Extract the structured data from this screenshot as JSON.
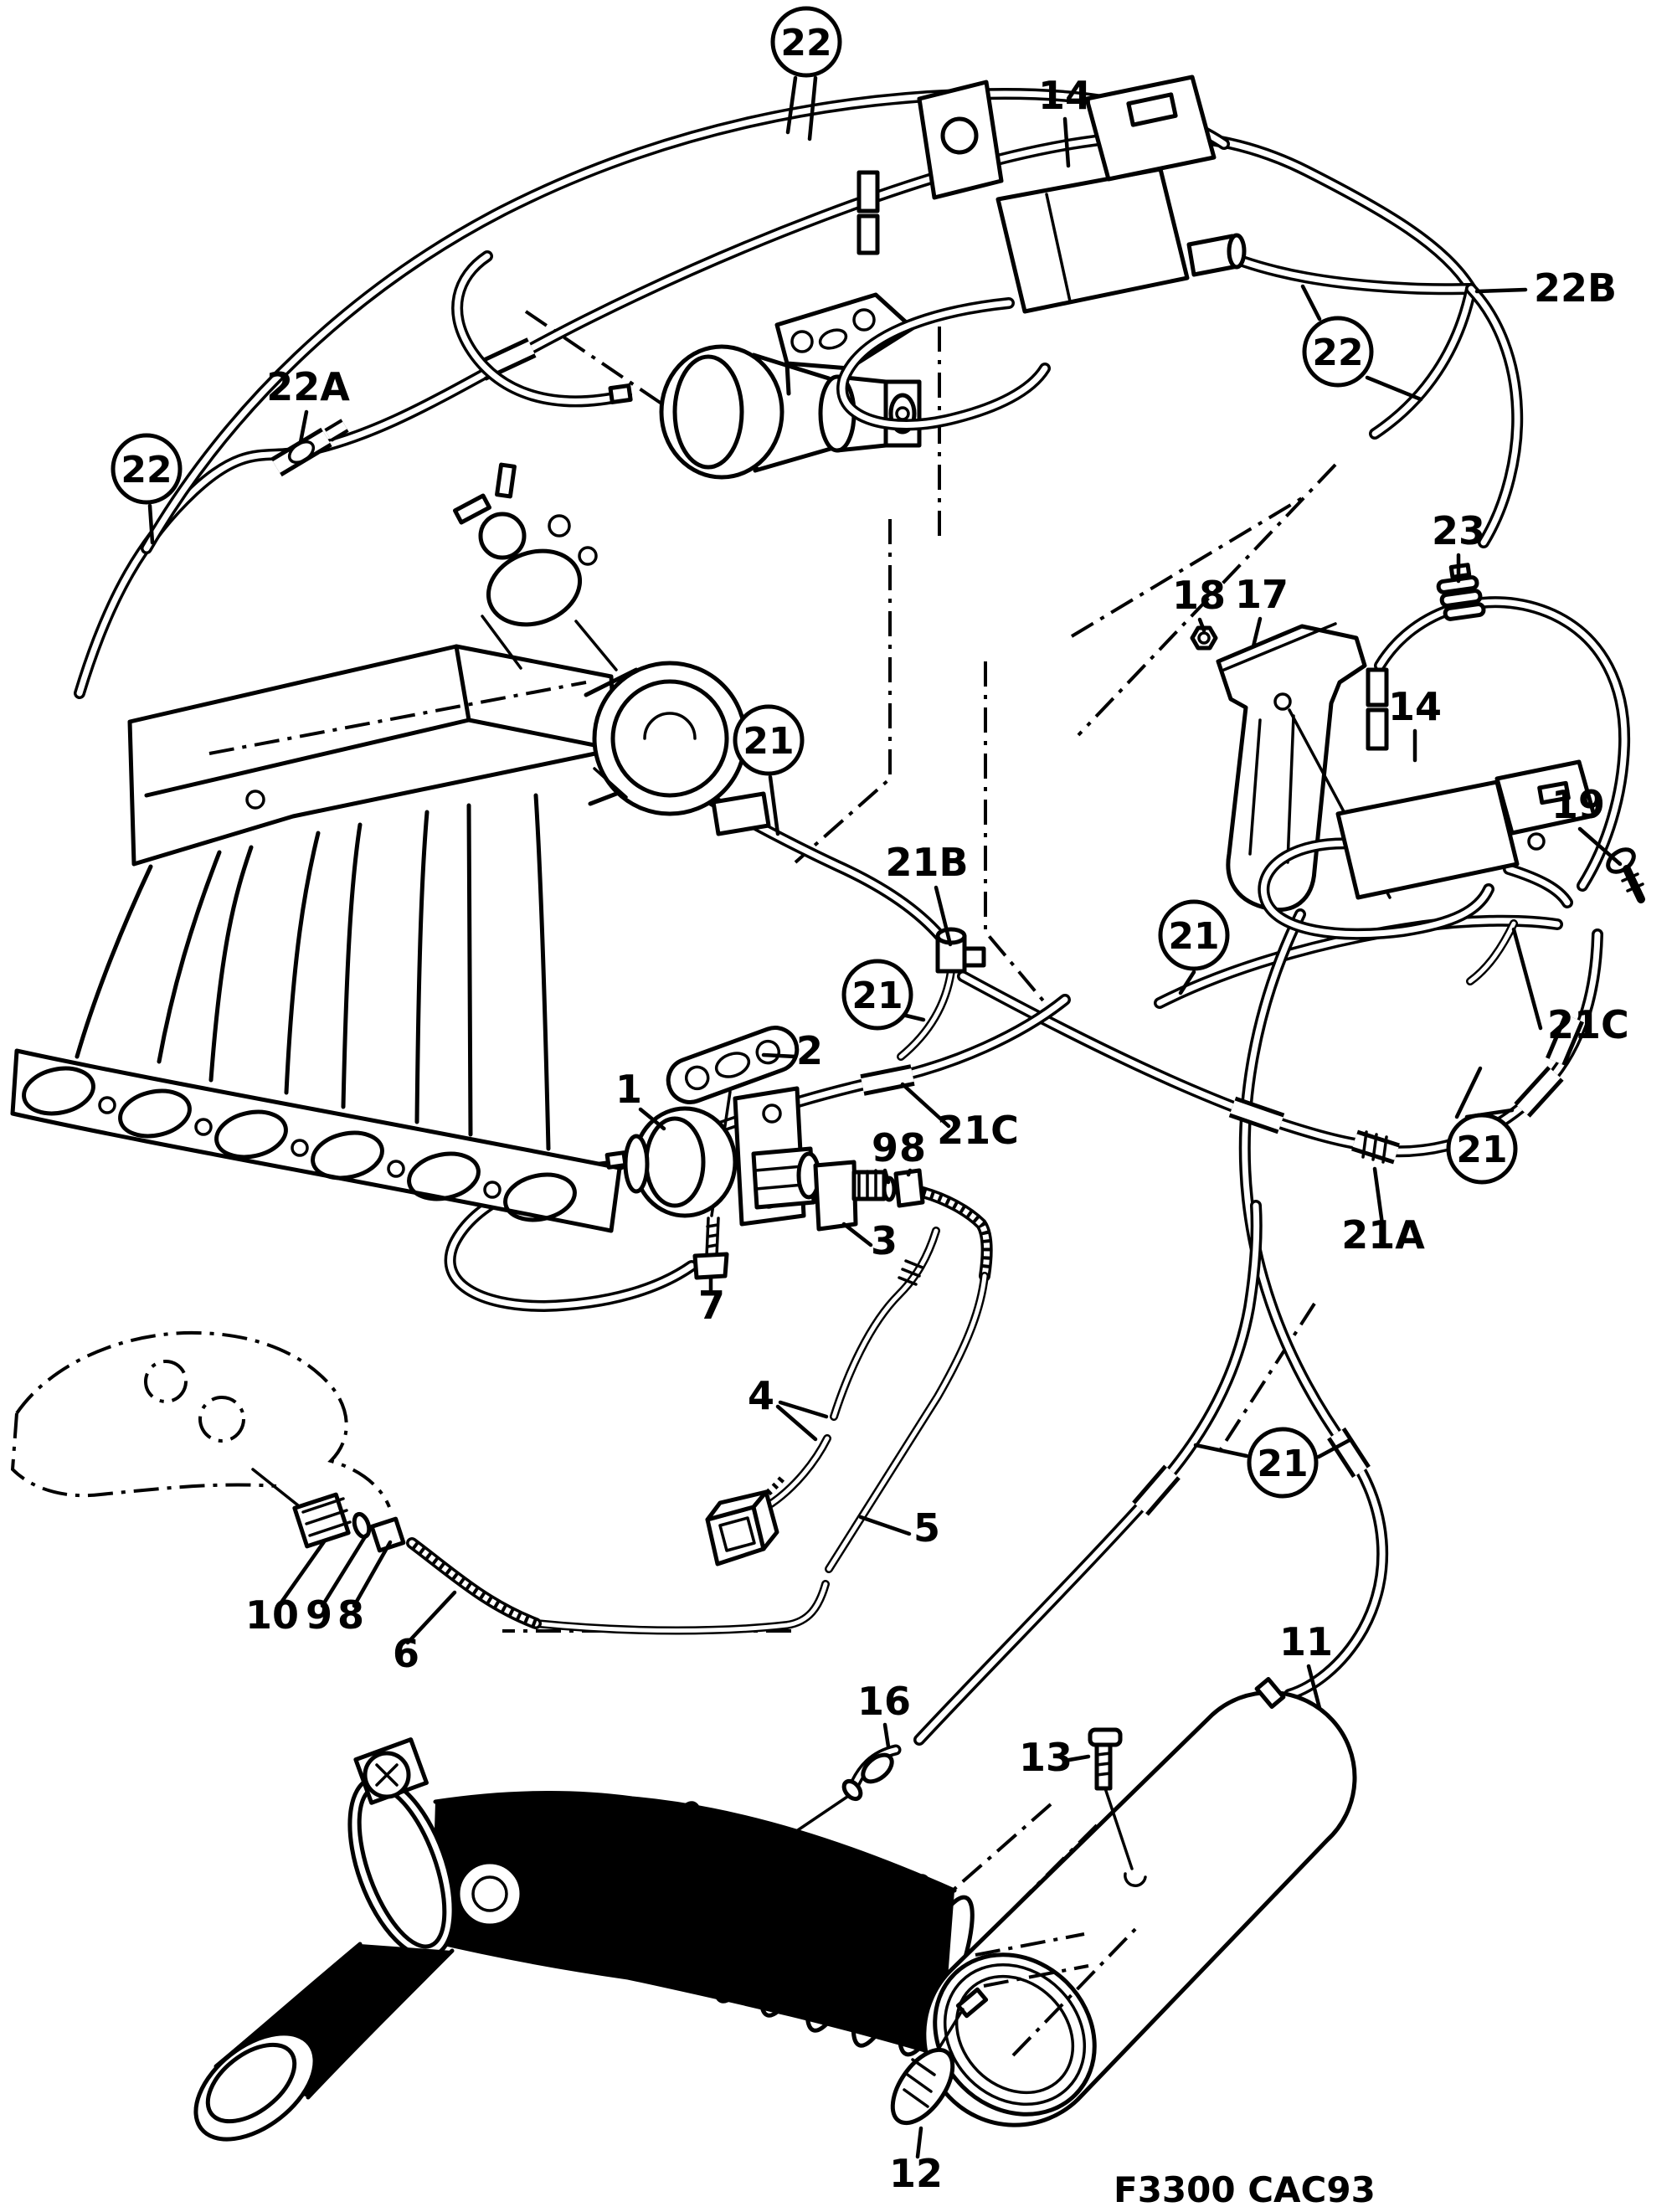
{
  "diagram": {
    "kind": "exploded-parts-line-diagram",
    "subject": "engine vacuum hose routing with EGR valve, solenoid valves, canister and air intake hose",
    "figure_code": "F3300 CAC93",
    "colors": {
      "background": "#ffffff",
      "line": "#000000"
    },
    "visible_part_numbers": [
      "1",
      "2",
      "3",
      "4",
      "5",
      "6",
      "7",
      "8",
      "9",
      "10",
      "11",
      "12",
      "13",
      "14",
      "16",
      "17",
      "18",
      "19",
      "21",
      "21A",
      "21B",
      "21C",
      "22",
      "22A",
      "22B",
      "23"
    ]
  },
  "labels": {
    "c22_top": {
      "text": "22"
    },
    "c22_left": {
      "text": "22"
    },
    "c22_right": {
      "text": "22"
    },
    "c21_throttle": {
      "text": "21"
    },
    "c21_tee": {
      "text": "21"
    },
    "c21_mid": {
      "text": "21"
    },
    "c21_right": {
      "text": "21"
    },
    "c21_lower": {
      "text": "21"
    },
    "p14_top": {
      "text": "14"
    },
    "p22a": {
      "text": "22A"
    },
    "p22b": {
      "text": "22B"
    },
    "p23": {
      "text": "23"
    },
    "p18": {
      "text": "18"
    },
    "p17": {
      "text": "17"
    },
    "p14_right": {
      "text": "14"
    },
    "p19": {
      "text": "19"
    },
    "p21b": {
      "text": "21B"
    },
    "p21c_mid": {
      "text": "21C"
    },
    "p21c_right": {
      "text": "21C"
    },
    "p2": {
      "text": "2"
    },
    "p1": {
      "text": "1"
    },
    "p9_mid": {
      "text": "9"
    },
    "p8_mid": {
      "text": "8"
    },
    "p3": {
      "text": "3"
    },
    "p7": {
      "text": "7"
    },
    "p21a": {
      "text": "21A"
    },
    "p4": {
      "text": "4"
    },
    "p5": {
      "text": "5"
    },
    "p10": {
      "text": "10"
    },
    "p9_low": {
      "text": "9"
    },
    "p8_low": {
      "text": "8"
    },
    "p6": {
      "text": "6"
    },
    "p16": {
      "text": "16"
    },
    "p13": {
      "text": "13"
    },
    "p11": {
      "text": "11"
    },
    "p12": {
      "text": "12"
    },
    "figure_code": {
      "text": "F3300 CAC93"
    }
  }
}
